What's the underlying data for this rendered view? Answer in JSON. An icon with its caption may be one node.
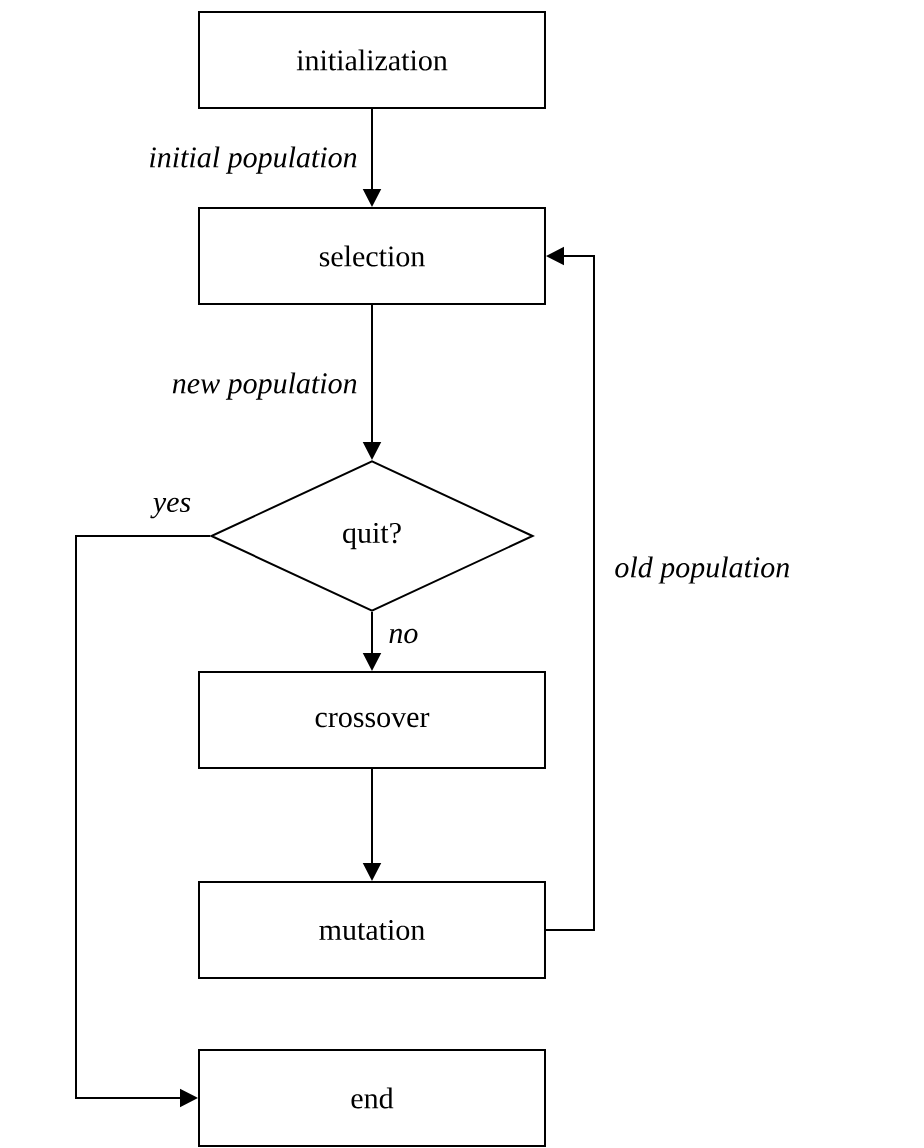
{
  "diagram": {
    "nodes": [
      {
        "text": [
          "initialization"
        ]
      },
      {
        "text": [
          "selection"
        ]
      },
      {
        "text": [
          "quit?"
        ]
      },
      {
        "text": [
          "crossover"
        ]
      },
      {
        "text": [
          "mutation"
        ]
      },
      {
        "text": [
          "end"
        ]
      }
    ],
    "edges": [
      {
        "from": 0,
        "to": 1,
        "arrow": "to",
        "label": "initial population"
      },
      {
        "from": 1,
        "to": 2,
        "arrow": "to",
        "label": "new population"
      },
      {
        "from": 2,
        "to": 5,
        "arrow": "to",
        "label": "yes"
      },
      {
        "from": 2,
        "to": 3,
        "arrow": "to",
        "label": "no"
      },
      {
        "from": 3,
        "to": 4,
        "arrow": "to"
      },
      {
        "from": 4,
        "to": 1,
        "arrow": "to",
        "label": "old population"
      }
    ]
  }
}
